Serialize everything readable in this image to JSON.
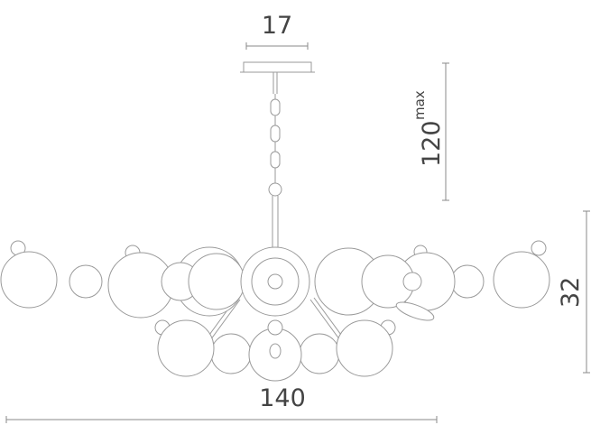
{
  "dimensions": {
    "canopy_width": "17",
    "max_height": "120",
    "max_height_suffix": "max",
    "body_height": "32",
    "total_width": "140"
  },
  "colors": {
    "line": "#9a9a9a",
    "text": "#444444"
  }
}
